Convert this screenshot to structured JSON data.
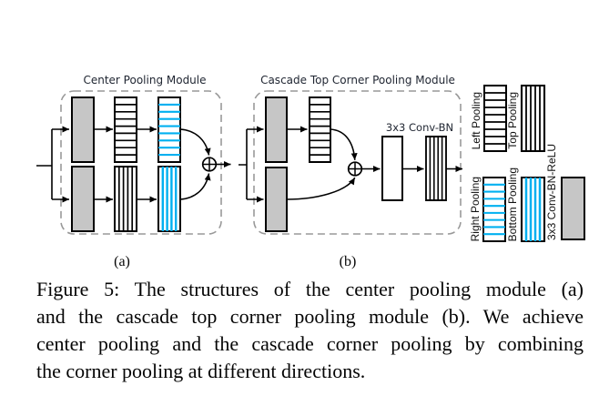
{
  "figure": {
    "module_a": {
      "title": "Center Pooling Module",
      "label": "(a)"
    },
    "module_b": {
      "title": "Cascade Top Corner Pooling Module",
      "conv_label": "3x3 Conv-BN",
      "label": "(b)"
    },
    "legend": {
      "left": "Left Pooling",
      "top": "Top Pooling",
      "right": "Right Pooling",
      "bottom": "Bottom Pooling",
      "conv": "3x3 Conv-BN-ReLU"
    },
    "colors": {
      "pooling_blue": "#00b0f0",
      "block_gray": "#c6c6c6",
      "dashed_border": "#999999"
    }
  },
  "caption": {
    "lines": [
      "Figure 5: The structures of the center pooling module (a)",
      "and the cascade top corner pooling module (b). We achieve",
      "center pooling and the cascade corner pooling by combining",
      "the corner pooling at different directions."
    ]
  }
}
